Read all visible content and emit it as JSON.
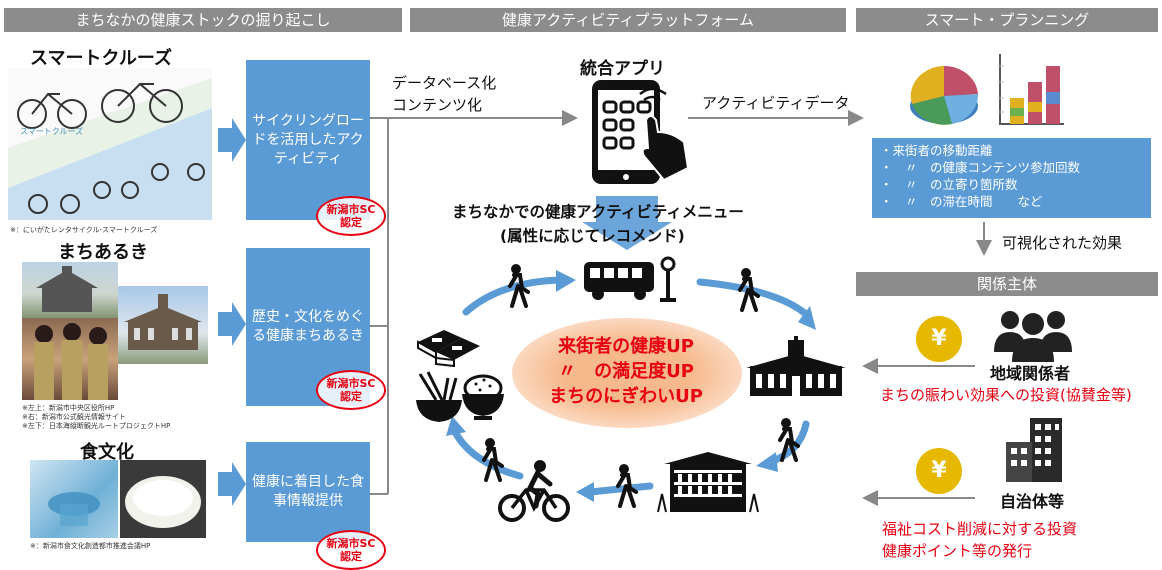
{
  "headers": {
    "left": "まちなかの健康ストックの掘り起こし",
    "middle": "健康アクティビティプラットフォーム",
    "right": "スマート・プランニング",
    "stakeholders": "関係主体"
  },
  "left_sections": [
    {
      "title": "スマートクルーズ",
      "photo_caption": "スマートクルーズ",
      "note": "※：にいがたレンタサイクル-スマートクルーズ",
      "box": "サイクリングロードを活用したアクティビティ",
      "stamp": [
        "新潟市SC",
        "認定"
      ]
    },
    {
      "title": "まちあるき",
      "notes": [
        "※左上：新潟市中央区役所HP",
        "※右：新潟市公式観光情報サイト",
        "※左下：日本海縦断観光ルートプロジェクトHP"
      ],
      "box": "歴史・文化をめぐる健康まちあるき",
      "stamp": [
        "新潟市SC",
        "認定"
      ]
    },
    {
      "title": "食文化",
      "note": "※：新潟市食文化創造都市推進会議HP",
      "box": "健康に着目した食事情報提供",
      "stamp": [
        "新潟市SC",
        "認定"
      ]
    }
  ],
  "middle": {
    "db_label": [
      "データベース化",
      "コンテンツ化"
    ],
    "app_title": "統合アプリ",
    "activity_data": "アクティビティデータ",
    "menu_title": [
      "まちなかでの健康アクティビティメニュー",
      "(属性に応じてレコメンド)"
    ],
    "center": [
      "来街者の健康UP",
      "〃　の満足度UP",
      "まちのにぎわいUP"
    ]
  },
  "right": {
    "metrics": [
      "・来街者の移動距離",
      "・　〃　の健康コンテンツ参加回数",
      "・　〃　の立寄り箇所数",
      "・　〃　の滞在時間　　など"
    ],
    "visualized": "可視化された効果",
    "yen_symbol": "¥",
    "local": "地域関係者",
    "local_invest": "まちの賑わい効果への投資(協賛金等)",
    "gov": "自治体等",
    "gov_invest": [
      "福祉コスト削減に対する投資",
      "健康ポイント等の発行"
    ]
  },
  "colors": {
    "blue": "#5b9bd5",
    "gray": "#8c8c8c",
    "red": "#e60012",
    "gold": "#e6b800"
  }
}
